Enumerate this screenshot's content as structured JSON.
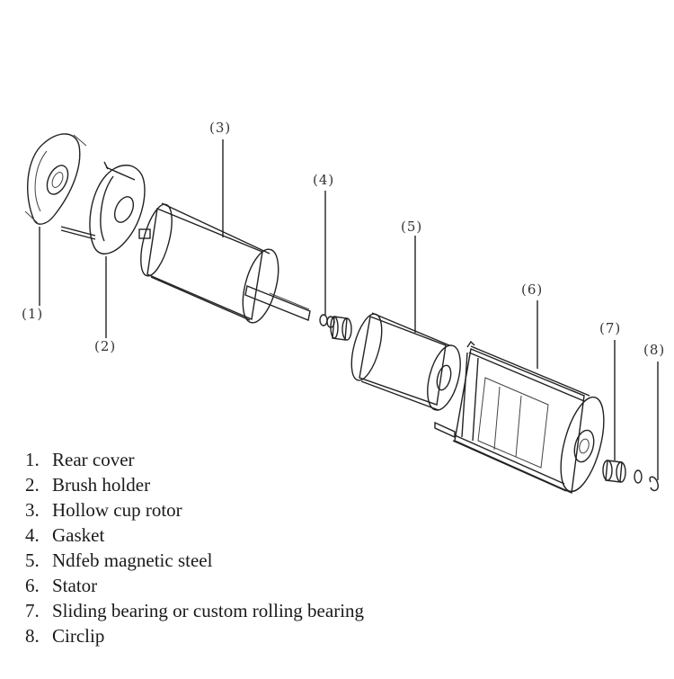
{
  "callouts": [
    "(1)",
    "(2)",
    "(3)",
    "(4)",
    "(5)",
    "(6)",
    "(7)",
    "(8)"
  ],
  "legend": [
    {
      "num": "1.",
      "text": "Rear cover"
    },
    {
      "num": "2.",
      "text": "Brush holder"
    },
    {
      "num": "3.",
      "text": "Hollow cup rotor"
    },
    {
      "num": "4.",
      "text": "Gasket"
    },
    {
      "num": "5.",
      "text": "Ndfeb magnetic steel"
    },
    {
      "num": "6.",
      "text": "Stator"
    },
    {
      "num": "7.",
      "text": "Sliding bearing or custom rolling bearing"
    },
    {
      "num": "8.",
      "text": "Circlip"
    }
  ]
}
